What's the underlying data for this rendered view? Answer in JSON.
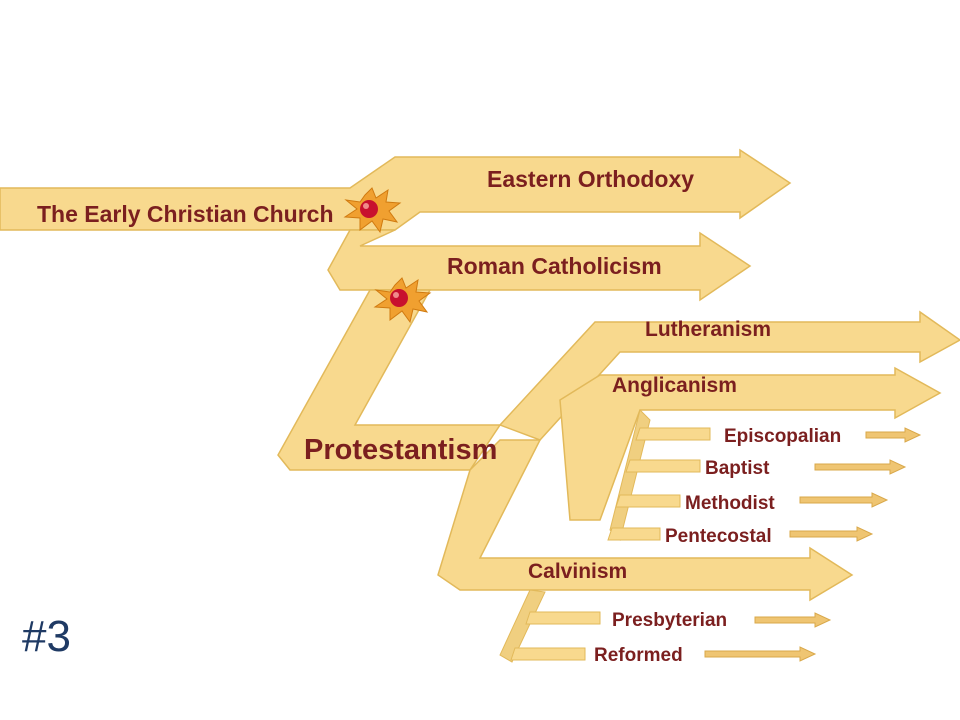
{
  "diagram": {
    "colors": {
      "band": "#f8d98e",
      "band_edge": "#e2b95a",
      "arrow": "#efc572",
      "label": "#7b1f1f",
      "marker": "#c8102e",
      "burst": "#f0a030"
    },
    "nodes": {
      "early_church": "The Early Christian Church",
      "eastern_orthodoxy": "Eastern Orthodoxy",
      "roman_catholicism": "Roman Catholicism",
      "protestantism": "Protestantism",
      "lutheranism": "Lutheranism",
      "anglicanism": "Anglicanism",
      "episcopalian": "Episcopalian",
      "baptist": "Baptist",
      "methodist": "Methodist",
      "pentecostal": "Pentecostal",
      "calvinism": "Calvinism",
      "presbyterian": "Presbyterian",
      "reformed": "Reformed"
    }
  },
  "slide": {
    "number": "#3"
  }
}
